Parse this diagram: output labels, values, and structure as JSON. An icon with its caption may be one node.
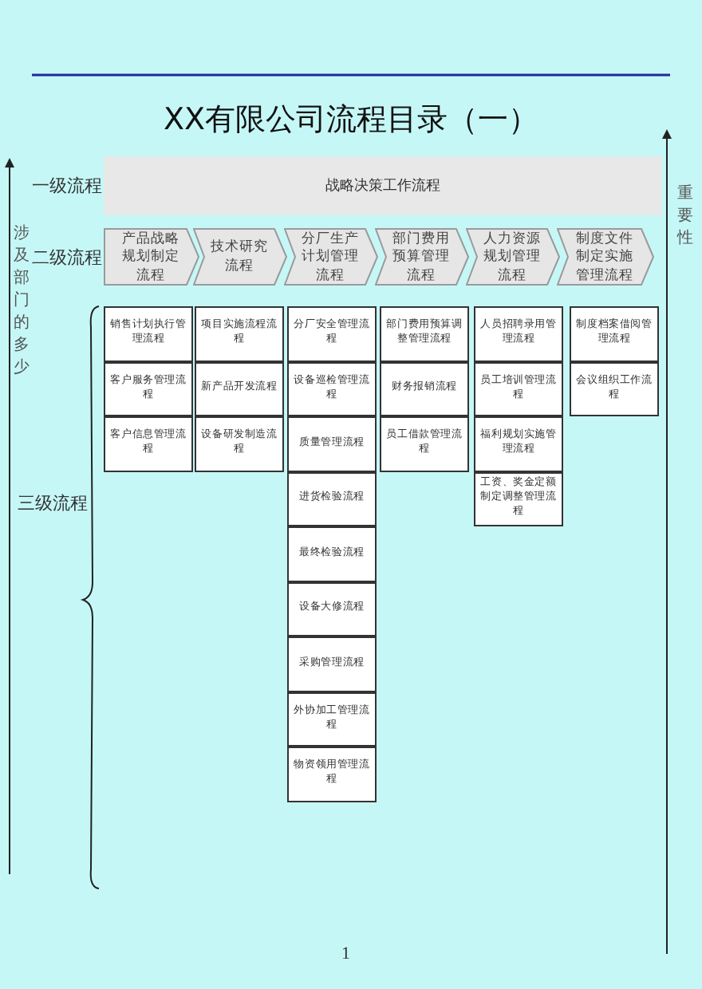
{
  "diagram": {
    "title": "XX有限公司流程目录（一）",
    "nodes": [
      {
        "text": [
          "战略决策工作流程"
        ]
      },
      {
        "text": [
          "产品战略规划制定流程"
        ]
      },
      {
        "text": [
          "技术研究流程"
        ]
      },
      {
        "text": [
          "分厂生产计划管理流程"
        ]
      },
      {
        "text": [
          "部门费用预算管理流程"
        ]
      },
      {
        "text": [
          "人力资源规划管理流程"
        ]
      },
      {
        "text": [
          "制度文件制定实施管理流程"
        ]
      },
      {
        "text": [
          "销售计划执行管理流程"
        ]
      },
      {
        "text": [
          "客户服务管理流程"
        ]
      },
      {
        "text": [
          "客户信息管理流程"
        ]
      },
      {
        "text": [
          "项目实施流程流程"
        ]
      },
      {
        "text": [
          "新产品开发流程"
        ]
      },
      {
        "text": [
          "设备研发制造流程"
        ]
      },
      {
        "text": [
          "分厂安全管理流程"
        ]
      },
      {
        "text": [
          "设备巡检管理流程"
        ]
      },
      {
        "text": [
          "质量管理流程"
        ]
      },
      {
        "text": [
          "进货检验流程"
        ]
      },
      {
        "text": [
          "最终检验流程"
        ]
      },
      {
        "text": [
          "设备大修流程"
        ]
      },
      {
        "text": [
          "采购管理流程"
        ]
      },
      {
        "text": [
          "外协加工管理流程"
        ]
      },
      {
        "text": [
          "物资领用管理流程"
        ]
      },
      {
        "text": [
          "部门费用预算调整管理流程"
        ]
      },
      {
        "text": [
          "财务报销流程"
        ]
      },
      {
        "text": [
          "员工借款管理流程"
        ]
      },
      {
        "text": [
          "人员招聘录用管理流程"
        ]
      },
      {
        "text": [
          "员工培训管理流程"
        ]
      },
      {
        "text": [
          "福利规划实施管理流程"
        ]
      },
      {
        "text": [
          "工资、奖金定额制定调整管理流程"
        ]
      },
      {
        "text": [
          "制度档案借阅管理流程"
        ]
      },
      {
        "text": [
          "会议组织工作流程"
        ]
      }
    ],
    "labels": [
      "一级流程",
      "二级流程",
      "涉及部门的多少",
      "三级流程",
      "重要性",
      "1"
    ]
  }
}
